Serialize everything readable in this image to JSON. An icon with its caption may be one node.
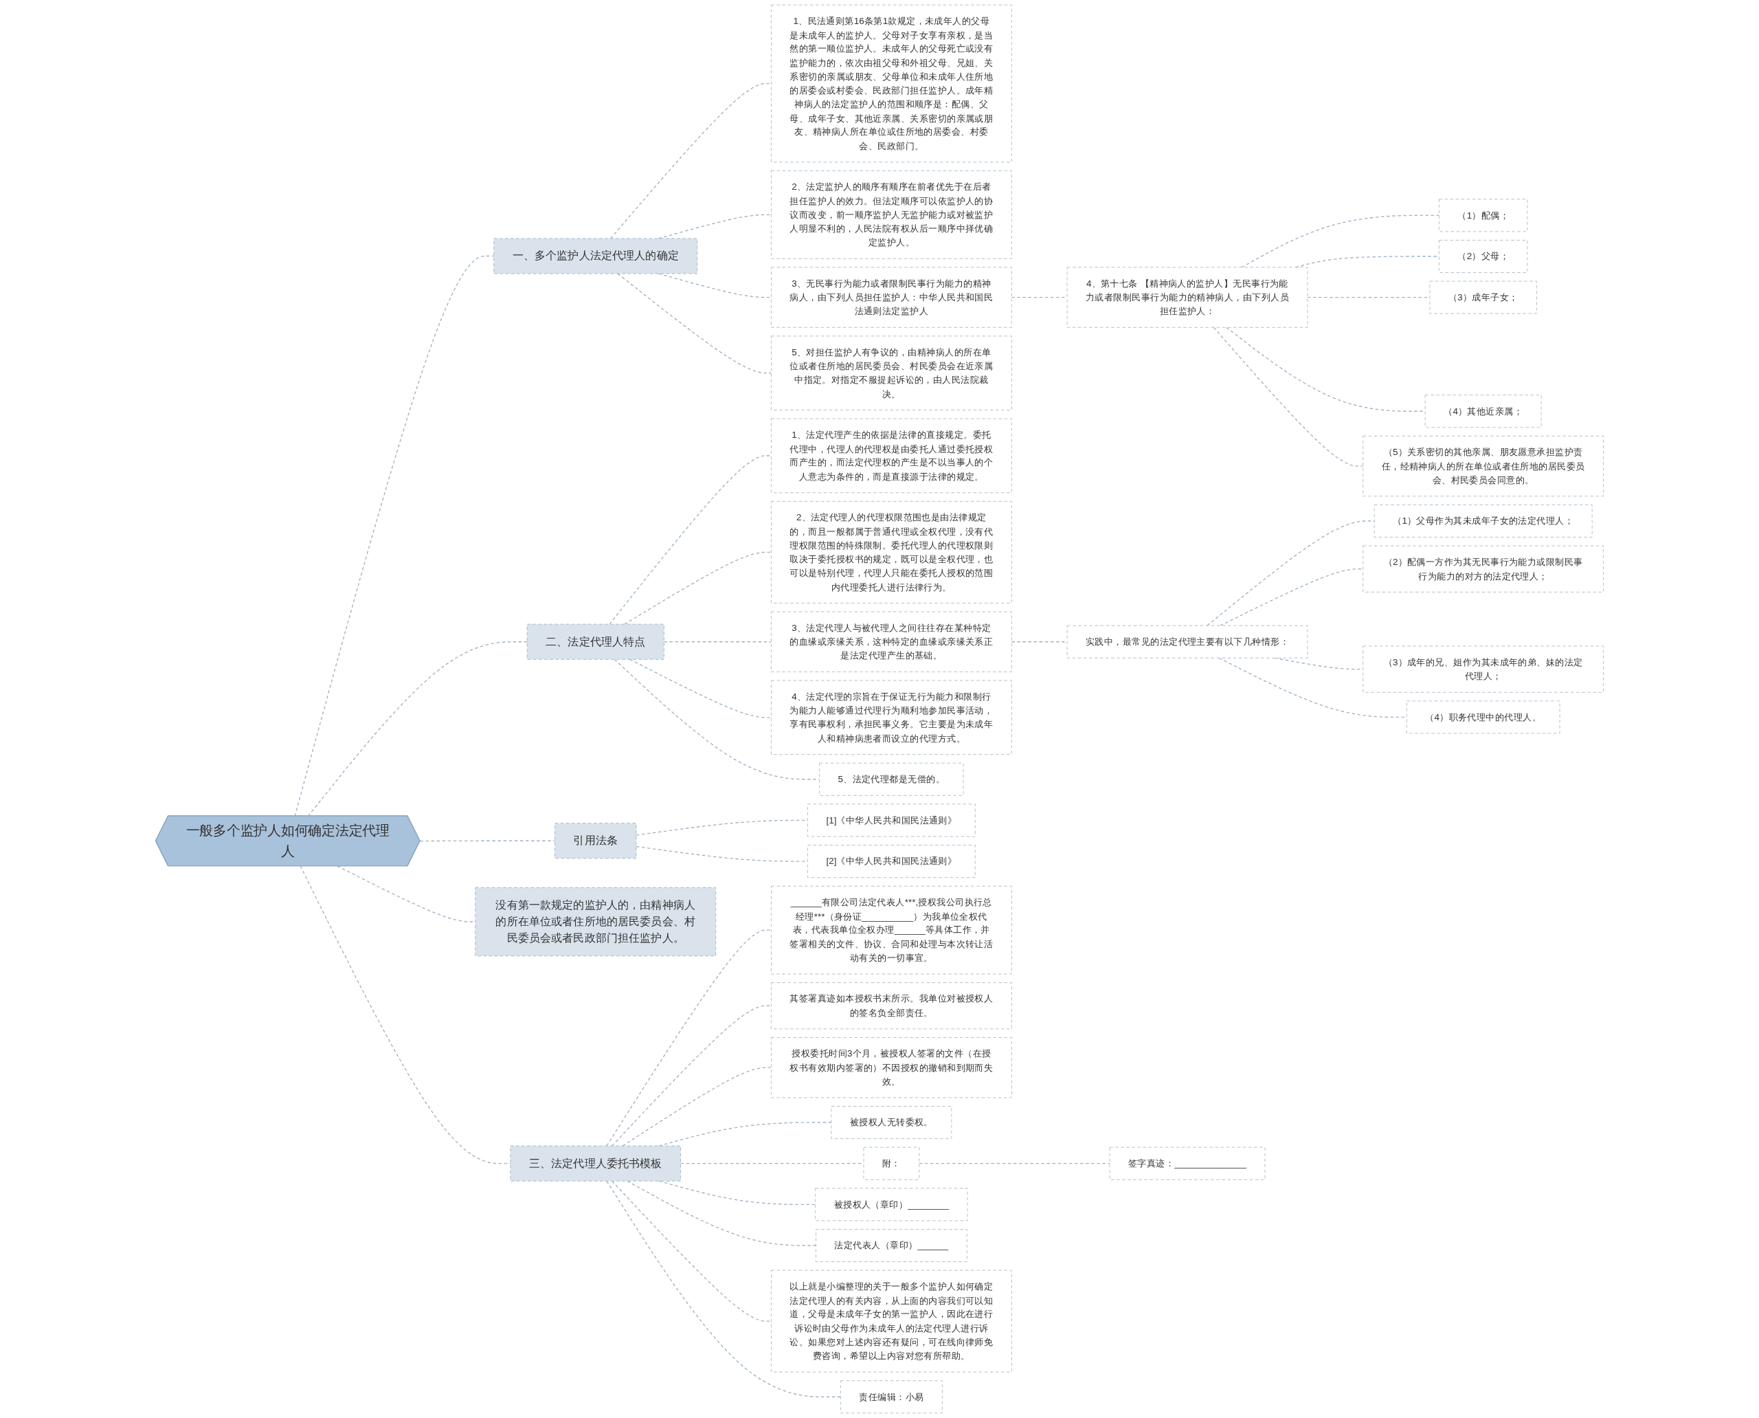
{
  "diagram": {
    "nodes": [
      {
        "text": [
          "一般多个监护人如何确定法定代理人"
        ]
      },
      {
        "text": [
          "一、多个监护人法定代理人的确定"
        ]
      },
      {
        "text": [
          "1、民法通则第16条第1款规定，未成年人的父母是未成年人的监护人。父母对子女享有亲权，是当然的第一顺位监护人。未成年人的父母死亡或没有监护能力的，依次由祖父母和外祖父母、兄姐、关系密切的亲属或朋友、父母单位和未成年人住所地的居委会或村委会、民政部门担任监护人。成年精神病人的法定监护人的范围和顺序是：配偶、父母、成年子女、其他近亲属、关系密切的亲属或朋友、精神病人所在单位或住所地的居委会、村委会、民政部门。"
        ]
      },
      {
        "text": [
          "2、法定监护人的顺序有顺序在前者优先于在后者担任监护人的效力。但法定顺序可以依监护人的协议而改变，前一顺序监护人无监护能力或对被监护人明显不利的，人民法院有权从后一顺序中择优确定监护人。"
        ]
      },
      {
        "text": [
          "3、无民事行为能力或者限制民事行为能力的精神病人，由下列人员担任监护人：中华人民共和国民法通则法定监护人"
        ]
      },
      {
        "text": [
          "4、第十七条 【精神病人的监护人】无民事行为能力或者限制民事行为能力的精神病人，由下列人员担任监护人："
        ]
      },
      {
        "text": [
          "（1）配偶；"
        ]
      },
      {
        "text": [
          "（2）父母；"
        ]
      },
      {
        "text": [
          "（3）成年子女；"
        ]
      },
      {
        "text": [
          "（4）其他近亲属；"
        ]
      },
      {
        "text": [
          "（5）关系密切的其他亲属、朋友愿意承担监护责任，经精神病人的所在单位或者住所地的居民委员会、村民委员会同意的。"
        ]
      },
      {
        "text": [
          "5、对担任监护人有争议的，由精神病人的所在单位或者住所地的居民委员会、村民委员会在近亲属中指定。对指定不服提起诉讼的，由人民法院裁决。"
        ]
      },
      {
        "text": [
          "二、法定代理人特点"
        ]
      },
      {
        "text": [
          "1、法定代理产生的依据是法律的直接规定。委托代理中，代理人的代理权是由委托人通过委托授权而产生的，而法定代理权的产生是不以当事人的个人意志为条件的，而是直接源于法律的规定。"
        ]
      },
      {
        "text": [
          "2、法定代理人的代理权限范围也是由法律规定的，而且一般都属于普通代理或全权代理，没有代理权限范围的特殊限制。委托代理人的代理权限则取决于委托授权书的规定，既可以是全权代理，也可以是特别代理，代理人只能在委托人授权的范围内代理委托人进行法律行为。"
        ]
      },
      {
        "text": [
          "3、法定代理人与被代理人之间往往存在某种特定的血缘或亲缘关系，这种特定的血缘或亲缘关系正是法定代理产生的基础。"
        ]
      },
      {
        "text": [
          "实践中，最常见的法定代理主要有以下几种情形："
        ]
      },
      {
        "text": [
          "（1）父母作为其未成年子女的法定代理人；"
        ]
      },
      {
        "text": [
          "（2）配偶一方作为其无民事行为能力或限制民事行为能力的对方的法定代理人；"
        ]
      },
      {
        "text": [
          "（3）成年的兄、姐作为其未成年的弟、妹的法定代理人；"
        ]
      },
      {
        "text": [
          "（4）职务代理中的代理人。"
        ]
      },
      {
        "text": [
          "4、法定代理的宗旨在于保证无行为能力和限制行为能力人能够通过代理行为顺利地参加民事活动，享有民事权利，承担民事义务。它主要是为未成年人和精神病患者而设立的代理方式。"
        ]
      },
      {
        "text": [
          "5、法定代理都是无偿的。"
        ]
      },
      {
        "text": [
          "引用法条"
        ]
      },
      {
        "text": [
          "[1]《中华人民共和国民法通则》"
        ]
      },
      {
        "text": [
          "[2]《中华人民共和国民法通则》"
        ]
      },
      {
        "text": [
          "没有第一款规定的监护人的，由精神病人的所在单位或者住所地的居民委员会、村民委员会或者民政部门担任监护人。"
        ]
      },
      {
        "text": [
          "三、法定代理人委托书模板"
        ]
      },
      {
        "text": [
          "______有限公司法定代表人***,授权我公司执行总经理***（身份证__________）为我单位全权代表，代表我单位全权办理______等具体工作，并签署相关的文件、协议、合同和处理与本次转让活动有关的一切事宜。"
        ]
      },
      {
        "text": [
          "其签署真迹如本授权书末所示。我单位对被授权人的签名负全部责任。"
        ]
      },
      {
        "text": [
          "授权委托时间3个月，被授权人签署的文件（在授权书有效期内签署的）不因授权的撤销和到期而失效。"
        ]
      },
      {
        "text": [
          "被授权人无转委权。"
        ]
      },
      {
        "text": [
          "附："
        ]
      },
      {
        "text": [
          "签字真迹：______________"
        ]
      },
      {
        "text": [
          "被授权人（章印）________"
        ]
      },
      {
        "text": [
          "法定代表人（章印）______"
        ]
      },
      {
        "text": [
          "以上就是小编整理的关于一般多个监护人如何确定法定代理人的有关内容，从上面的内容我们可以知道，父母是未成年子女的第一监护人，因此在进行诉讼时由父母作为未成年人的法定代理人进行诉讼。如果您对上述内容还有疑问，可在线向律师免费咨询，希望以上内容对您有所帮助。"
        ]
      },
      {
        "text": [
          "责任编辑：小易"
        ]
      }
    ],
    "edges": [
      {
        "from": 0,
        "to": 1,
        "arrow": "none"
      },
      {
        "from": 1,
        "to": 2,
        "arrow": "none"
      },
      {
        "from": 1,
        "to": 3,
        "arrow": "none"
      },
      {
        "from": 1,
        "to": 4,
        "arrow": "none"
      },
      {
        "from": 4,
        "to": 5,
        "arrow": "none"
      },
      {
        "from": 5,
        "to": 6,
        "arrow": "none"
      },
      {
        "from": 5,
        "to": 7,
        "arrow": "none"
      },
      {
        "from": 5,
        "to": 8,
        "arrow": "none"
      },
      {
        "from": 5,
        "to": 9,
        "arrow": "none"
      },
      {
        "from": 5,
        "to": 10,
        "arrow": "none"
      },
      {
        "from": 1,
        "to": 11,
        "arrow": "none"
      },
      {
        "from": 0,
        "to": 12,
        "arrow": "none"
      },
      {
        "from": 12,
        "to": 13,
        "arrow": "none"
      },
      {
        "from": 12,
        "to": 14,
        "arrow": "none"
      },
      {
        "from": 12,
        "to": 15,
        "arrow": "none"
      },
      {
        "from": 15,
        "to": 16,
        "arrow": "none"
      },
      {
        "from": 16,
        "to": 17,
        "arrow": "none"
      },
      {
        "from": 16,
        "to": 18,
        "arrow": "none"
      },
      {
        "from": 16,
        "to": 19,
        "arrow": "none"
      },
      {
        "from": 16,
        "to": 20,
        "arrow": "none"
      },
      {
        "from": 12,
        "to": 21,
        "arrow": "none"
      },
      {
        "from": 12,
        "to": 22,
        "arrow": "none"
      },
      {
        "from": 0,
        "to": 23,
        "arrow": "none"
      },
      {
        "from": 23,
        "to": 24,
        "arrow": "none"
      },
      {
        "from": 23,
        "to": 25,
        "arrow": "none"
      },
      {
        "from": 0,
        "to": 26,
        "arrow": "none"
      },
      {
        "from": 0,
        "to": 27,
        "arrow": "none"
      },
      {
        "from": 27,
        "to": 28,
        "arrow": "none"
      },
      {
        "from": 27,
        "to": 29,
        "arrow": "none"
      },
      {
        "from": 27,
        "to": 30,
        "arrow": "none"
      },
      {
        "from": 27,
        "to": 31,
        "arrow": "none"
      },
      {
        "from": 27,
        "to": 32,
        "arrow": "none"
      },
      {
        "from": 32,
        "to": 33,
        "arrow": "none"
      },
      {
        "from": 27,
        "to": 34,
        "arrow": "none"
      },
      {
        "from": 27,
        "to": 35,
        "arrow": "none"
      },
      {
        "from": 27,
        "to": 36,
        "arrow": "none"
      },
      {
        "from": 27,
        "to": 37,
        "arrow": "none"
      }
    ]
  }
}
